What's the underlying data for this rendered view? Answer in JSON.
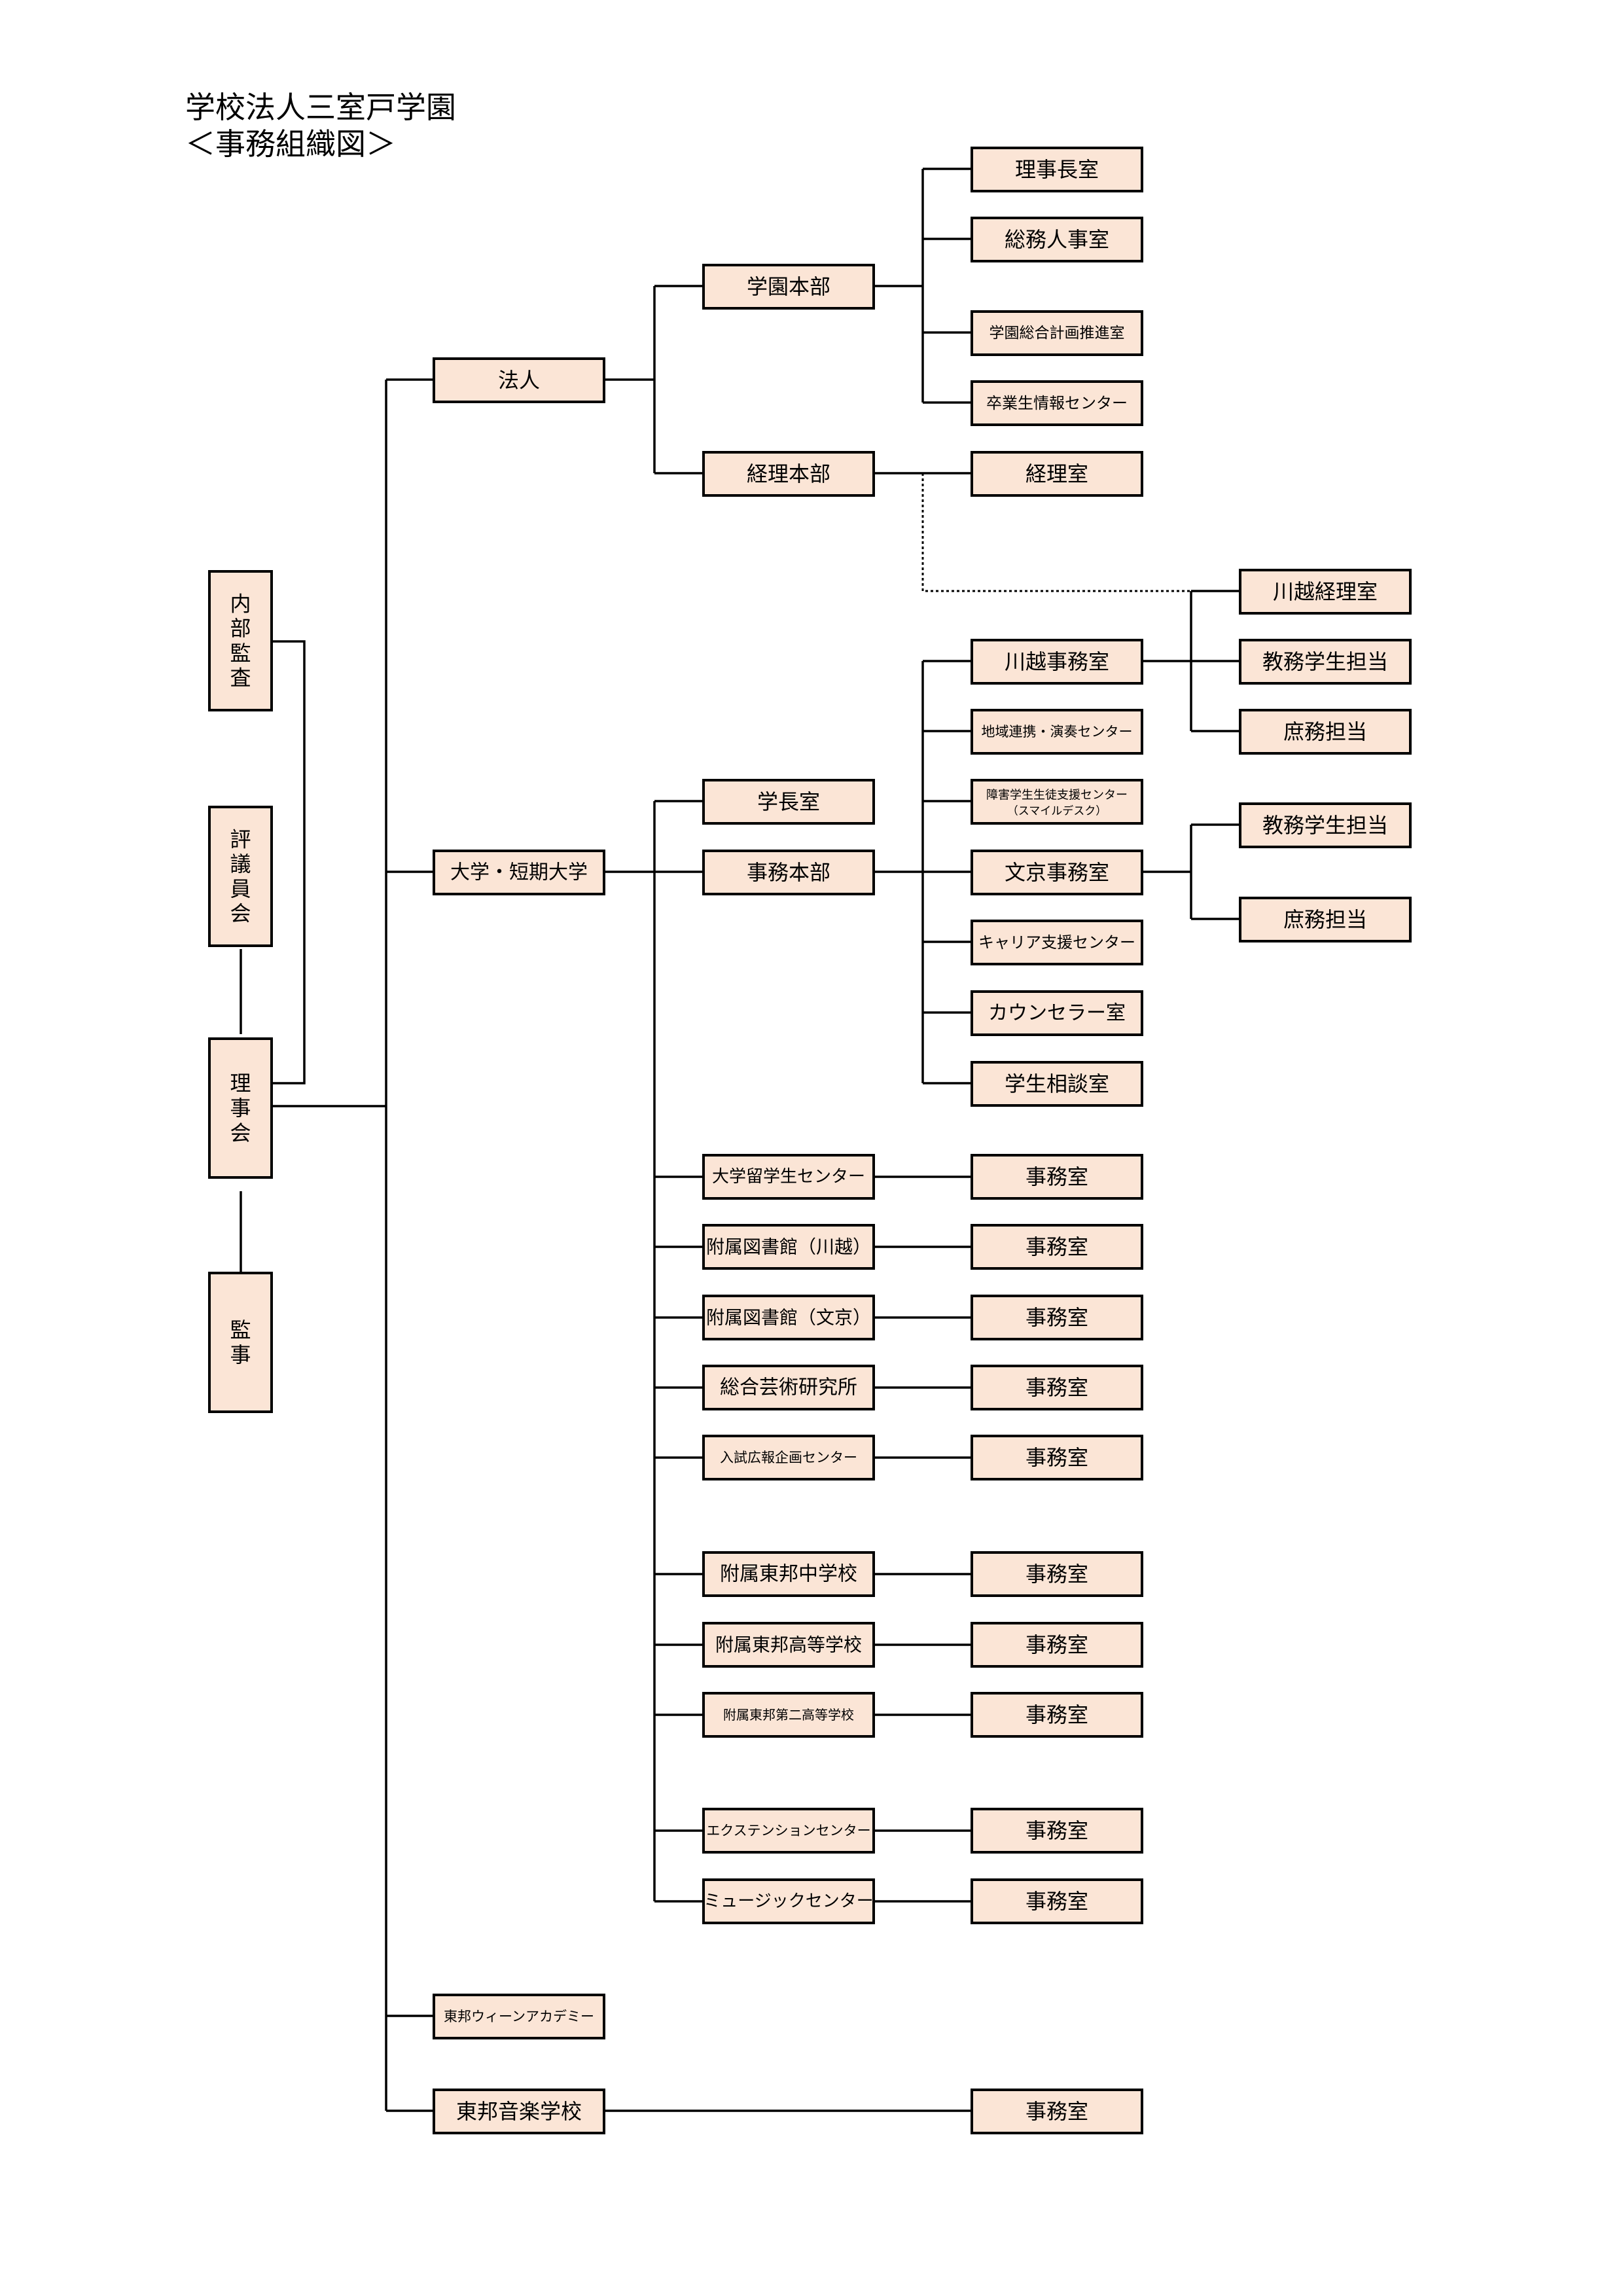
{
  "title": {
    "line1": "学校法人三室戸学園",
    "line2": "＜事務組織図＞"
  },
  "left": {
    "audit": "内部監査",
    "council": "評議員会",
    "board": "理事会",
    "auditor": "監事"
  },
  "corp": {
    "name": "法人",
    "hq": "学園本部",
    "hq_units": [
      "理事長室",
      "総務人事室",
      "学園総合計画推進室",
      "卒業生情報センター"
    ],
    "finance": "経理本部",
    "finance_unit": "経理室"
  },
  "univ": {
    "name": "大学・短期大学",
    "president_office": "学長室",
    "admin_hq": "事務本部",
    "kawagoe_office": "川越事務室",
    "kawagoe_sub": [
      "川越経理室",
      "教務学生担当",
      "庶務担当"
    ],
    "centers": [
      "地域連携・演奏センター",
      "障害学生生徒支援センター",
      "（スマイルデスク）"
    ],
    "bunkyo_office": "文京事務室",
    "bunkyo_sub": [
      "教務学生担当",
      "庶務担当"
    ],
    "more_units": [
      "キャリア支援センター",
      "カウンセラー室",
      "学生相談室"
    ],
    "affiliates": [
      "大学留学生センター",
      "附属図書館（川越）",
      "附属図書館（文京）",
      "総合芸術研究所",
      "入試広報企画センター",
      "附属東邦中学校",
      "附属東邦高等学校",
      "附属東邦第二高等学校",
      "エクステンションセンター",
      "ミュージックセンター"
    ],
    "office": "事務室"
  },
  "academy": "東邦ウィーンアカデミー",
  "music_school": "東邦音楽学校"
}
